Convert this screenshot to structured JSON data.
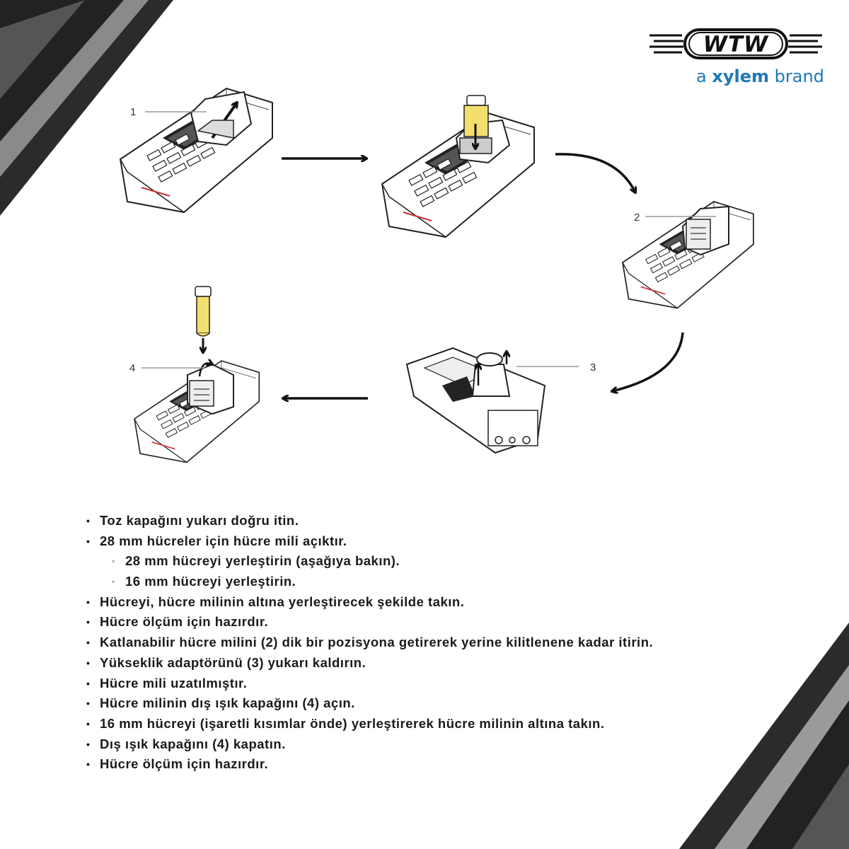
{
  "logo": {
    "wordmark": "WTW",
    "tagline_prefix": "a",
    "tagline_brand": "xylem",
    "tagline_suffix": "brand"
  },
  "figure": {
    "callouts": [
      "1",
      "2",
      "3",
      "4"
    ]
  },
  "colors": {
    "corner_dark": "#2b2b2b",
    "corner_mid": "#7a7a7a",
    "corner_light": "#b5b5b5",
    "tagline_blue": "#1d78b8",
    "vial_yellow": "#f2df6e"
  },
  "steps": [
    {
      "level": 1,
      "text": "Toz kapağını yukarı doğru itin."
    },
    {
      "level": 1,
      "text": "28 mm hücreler için hücre mili açıktır."
    },
    {
      "level": 2,
      "text": "28 mm hücreyi yerleştirin (aşağıya bakın)."
    },
    {
      "level": 2,
      "text": "16 mm hücreyi yerleştirin."
    },
    {
      "level": 1,
      "text": "Hücreyi, hücre milinin altına yerleştirecek şekilde takın."
    },
    {
      "level": 1,
      "text": "Hücre ölçüm için hazırdır."
    },
    {
      "level": 1,
      "text": "Katlanabilir hücre milini (2) dik bir pozisyona getirerek yerine kilitlenene kadar itirin."
    },
    {
      "level": 1,
      "text": "Yükseklik adaptörünü (3) yukarı kaldırın."
    },
    {
      "level": 1,
      "text": "Hücre mili uzatılmıştır."
    },
    {
      "level": 1,
      "text": "Hücre milinin dış ışık kapağını (4) açın."
    },
    {
      "level": 1,
      "text": "16 mm hücreyi (işaretli kısımlar önde) yerleştirerek hücre milinin altına takın."
    },
    {
      "level": 1,
      "text": "Dış ışık kapağını (4) kapatın."
    },
    {
      "level": 1,
      "text": "Hücre ölçüm için hazırdır."
    }
  ]
}
